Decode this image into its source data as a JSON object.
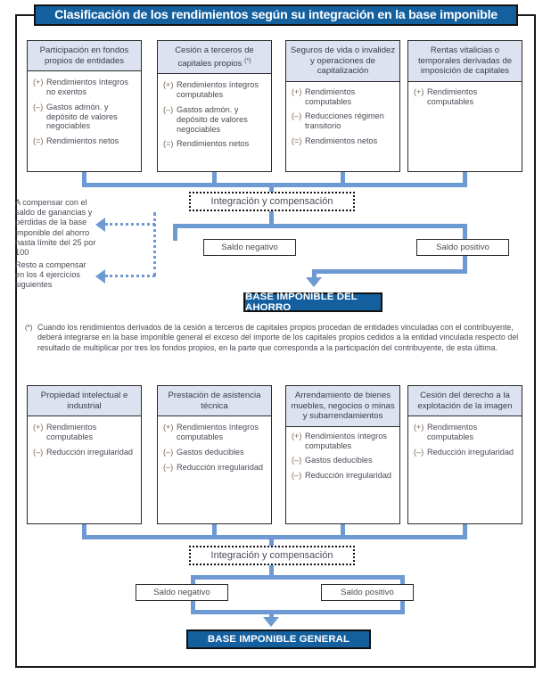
{
  "title": "Clasificación de los rendimientos según su integración en la base imponible",
  "savings_section": {
    "boxes": [
      {
        "heading": "Participación en fondos propios de entidades",
        "items": [
          {
            "sign": "(+)",
            "text": "Rendimientos íntegros no exentos"
          },
          {
            "sign": "(–)",
            "text": "Gastos admón. y depósito de valores negociables"
          },
          {
            "sign": "(=)",
            "text": "Rendimientos netos"
          }
        ]
      },
      {
        "heading": "Cesión a terceros de capitales propios",
        "heading_note": "(*)",
        "items": [
          {
            "sign": "(+)",
            "text": "Rendimientos íntegros computables"
          },
          {
            "sign": "(–)",
            "text": "Gastos admón. y depósito de valores negociables"
          },
          {
            "sign": "(=)",
            "text": "Rendimientos netos"
          }
        ]
      },
      {
        "heading": "Seguros de vida o invalidez y operaciones de capitalización",
        "items": [
          {
            "sign": "(+)",
            "text": "Rendimientos computables"
          },
          {
            "sign": "(–)",
            "text": "Reducciones régimen transitorio"
          },
          {
            "sign": "(=)",
            "text": "Rendimientos netos"
          }
        ]
      },
      {
        "heading": "Rentas vitalicias o temporales derivadas de imposición de capitales",
        "items": [
          {
            "sign": "(+)",
            "text": "Rendimientos computables"
          }
        ]
      }
    ],
    "integration_label": "Integración y compensación",
    "saldo_negativo": "Saldo negativo",
    "saldo_positivo": "Saldo positivo",
    "note_1": "A compensar con el saldo de ganancias y pérdidas de la base imponible del ahorro hasta límite del 25 por 100",
    "note_2": "Resto a compensar en los 4 ejercicios siguientes",
    "result": "BASE IMPONIBLE DEL AHORRO"
  },
  "footnote": {
    "mark": "(*)",
    "text": "Cuando los rendimientos derivados de la cesión a terceros de capitales propios procedan de entidades vinculadas con el contribuyente, deberá integrarse en la base imponible general el exceso del importe de los capitales propios cedidos a la entidad vinculada respecto del resultado de multiplicar por tres los fondos propios, en la parte que corresponda a la participación del contribuyente, de esta última."
  },
  "general_section": {
    "boxes": [
      {
        "heading": "Propiedad intelectual e industrial",
        "items": [
          {
            "sign": "(+)",
            "text": "Rendimientos computables"
          },
          {
            "sign": "(–)",
            "text": "Reducción irregularidad"
          }
        ]
      },
      {
        "heading": "Prestación de asistencia técnica",
        "items": [
          {
            "sign": "(+)",
            "text": "Rendimientos íntegros computables"
          },
          {
            "sign": "(–)",
            "text": "Gastos deducibles"
          },
          {
            "sign": "(–)",
            "text": "Reducción irregularidad"
          }
        ]
      },
      {
        "heading": "Arrendamiento de bienes muebles, negocios o minas y subarrendamientos",
        "items": [
          {
            "sign": "(+)",
            "text": "Rendimientos íntegros computables"
          },
          {
            "sign": "(–)",
            "text": "Gastos deducibles"
          },
          {
            "sign": "(–)",
            "text": "Reducción irregularidad"
          }
        ]
      },
      {
        "heading": "Cesión del derecho a la explotación de la imagen",
        "items": [
          {
            "sign": "(+)",
            "text": "Rendimientos computables"
          },
          {
            "sign": "(–)",
            "text": "Reducción irregularidad"
          }
        ]
      }
    ],
    "integration_label": "Integración y compensación",
    "saldo_negativo": "Saldo negativo",
    "saldo_positivo": "Saldo positivo",
    "result": "BASE IMPONIBLE GENERAL"
  },
  "colors": {
    "banner_blue": "#14609f",
    "connector_blue": "#6e9ad4",
    "box_header_fill": "#dde2f0",
    "frame_black": "#1a1a1a"
  }
}
